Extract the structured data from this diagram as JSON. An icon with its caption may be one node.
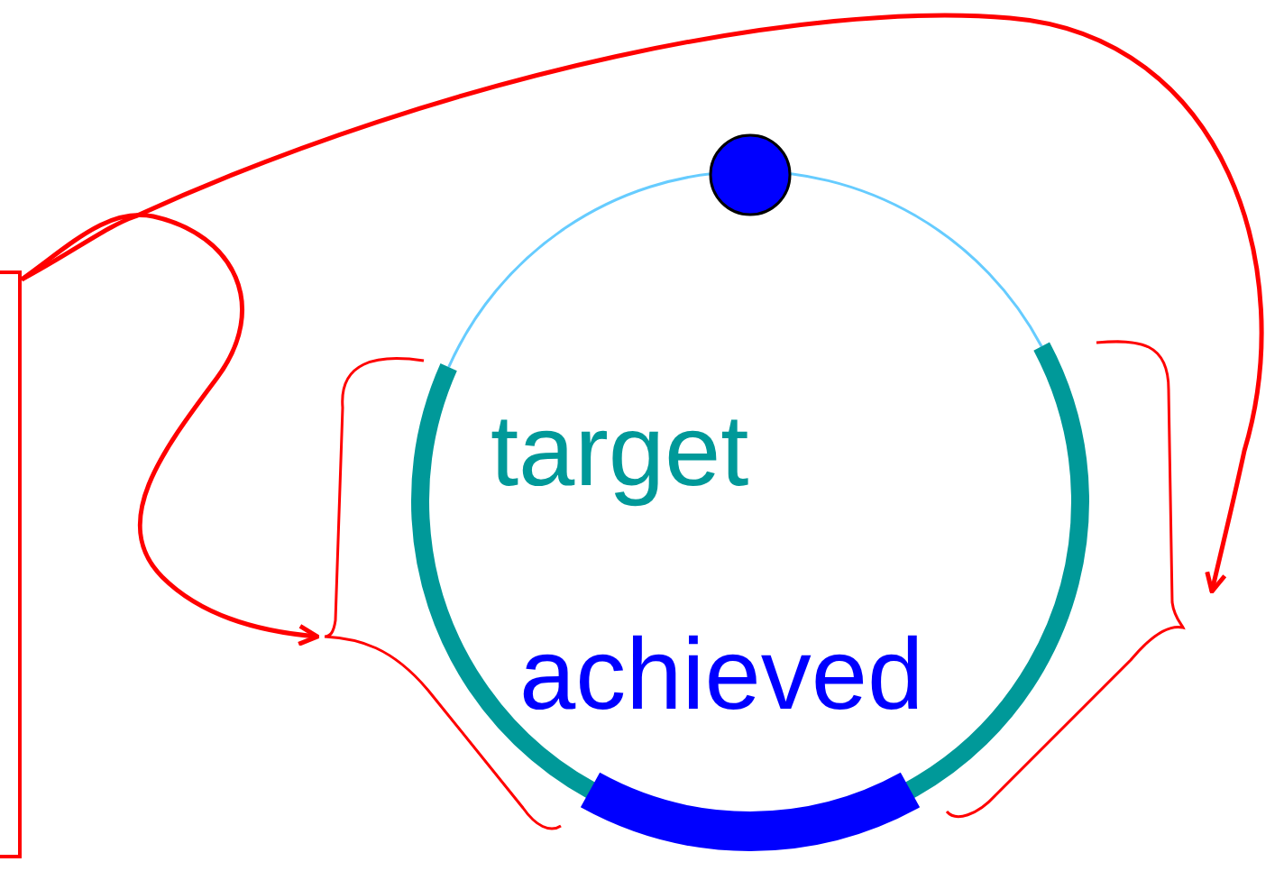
{
  "diagram": {
    "nodes": [
      {
        "text": [],
        "shape": "bar"
      },
      {
        "text": [],
        "shape": "bracket"
      },
      {
        "text": [],
        "shape": "bracket"
      }
    ],
    "edges": [
      {
        "from": 0,
        "to": 1,
        "arrow": "to"
      },
      {
        "from": 0,
        "to": 2,
        "arrow": "to"
      }
    ],
    "labels": [
      "target",
      "achieved"
    ]
  }
}
